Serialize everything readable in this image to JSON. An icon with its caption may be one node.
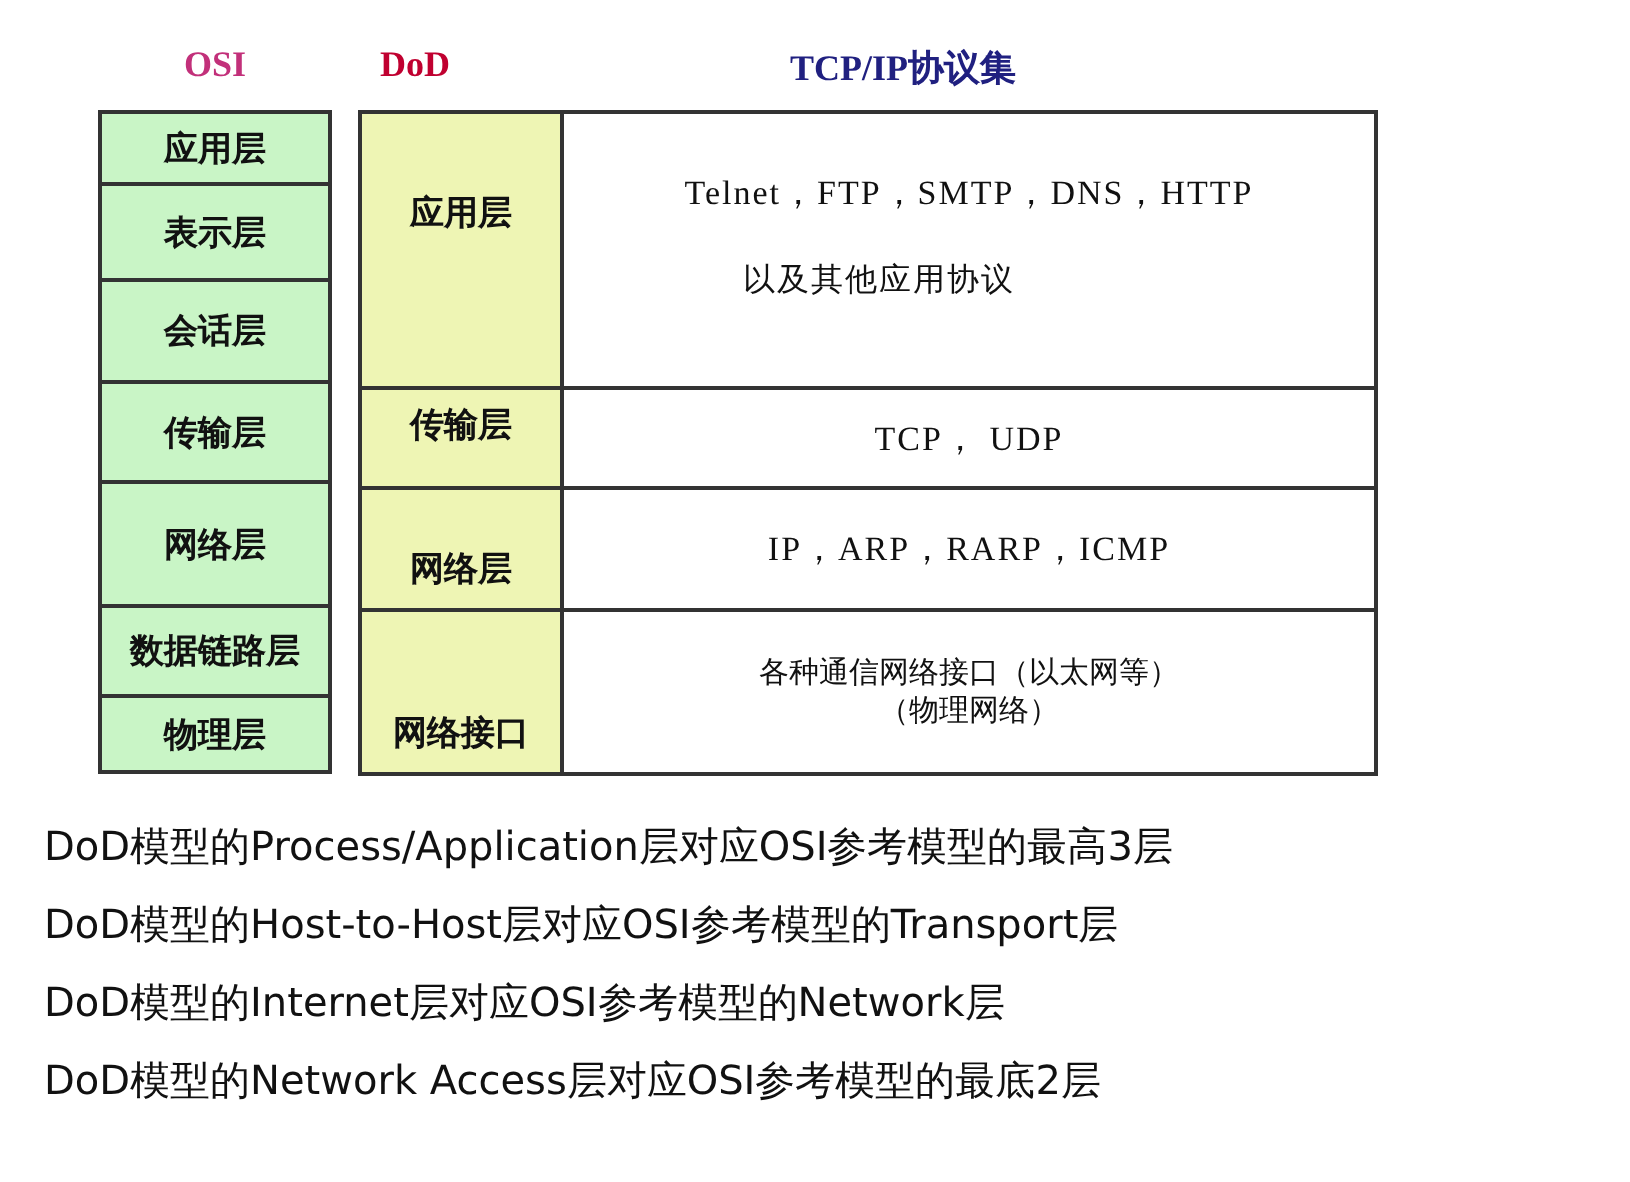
{
  "diagram": {
    "nodes": [
      {
        "text": [
          "应用层"
        ]
      },
      {
        "text": [
          "表示层"
        ]
      },
      {
        "text": [
          "会话层"
        ]
      },
      {
        "text": [
          "传输层"
        ]
      },
      {
        "text": [
          "网络层"
        ]
      },
      {
        "text": [
          "数据链路层"
        ]
      },
      {
        "text": [
          "物理层"
        ]
      },
      {
        "text": [
          "应用层"
        ]
      },
      {
        "text": [
          "传输层"
        ]
      },
      {
        "text": [
          "网络层"
        ]
      },
      {
        "text": [
          "网络接口"
        ]
      },
      {
        "text": [
          "Telnet，FTP，SMTP，DNS，HTTP",
          "以及其他应用协议"
        ]
      },
      {
        "text": [
          "TCP，  UDP"
        ]
      },
      {
        "text": [
          "IP，ARP，RARP，ICMP"
        ]
      },
      {
        "text": [
          "各种通信网络接口（以太网等）",
          "（物理网络）"
        ]
      }
    ],
    "labels": [
      "OSI",
      "DoD",
      "TCP/IP协议集",
      "DoD模型的Process/Application层对应OSI参考模型的最高3层",
      "DoD模型的Host-to-Host层对应OSI参考模型的Transport层",
      "DoD模型的Internet层对应OSI参考模型的Network层",
      "DoD模型的Network Access层对应OSI参考模型的最底2层"
    ]
  }
}
